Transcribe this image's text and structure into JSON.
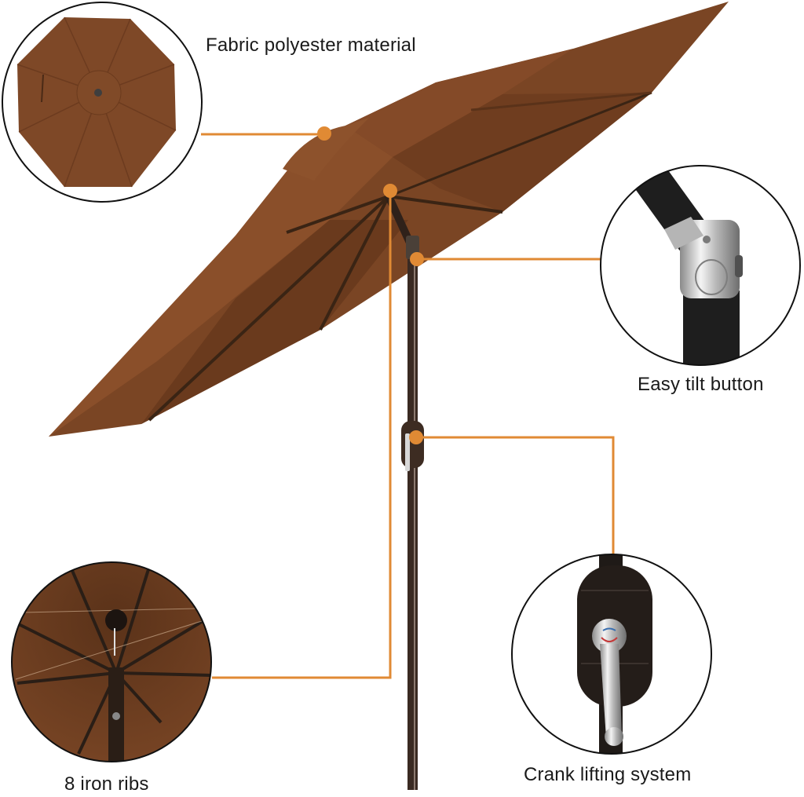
{
  "product": {
    "type": "patio umbrella",
    "canopy_color": "#7a4524",
    "pole_color": "#3a2a22",
    "accent_color": "#e08a34"
  },
  "features": [
    {
      "id": "fabric",
      "label": "Fabric polyester material",
      "detail_view": "top view of octagonal canopy"
    },
    {
      "id": "tilt",
      "label": "Easy tilt button",
      "detail_view": "chrome tilt joint on pole"
    },
    {
      "id": "ribs",
      "label": "8 iron ribs",
      "detail_view": "underside view of canopy ribs"
    },
    {
      "id": "crank",
      "label": "Crank lifting system",
      "detail_view": "crank handle housing on pole"
    }
  ]
}
